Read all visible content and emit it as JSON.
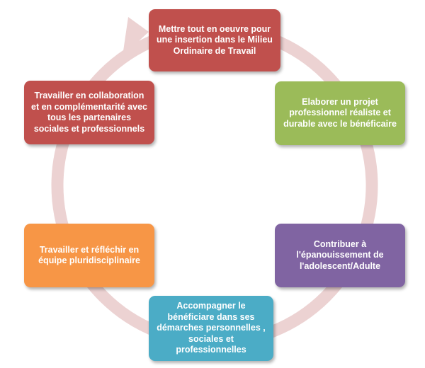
{
  "colors": {
    "ring": "#ecd2d2",
    "red": "#c0504d",
    "green": "#9bbb59",
    "purple": "#8064a2",
    "teal": "#4bacc6",
    "orange": "#f79646"
  },
  "boxes": {
    "top": "Mettre tout en oeuvre pour une insertion dans le Milieu Ordinaire de Travail",
    "right": "Elaborer un projet professionnel réaliste et durable avec le bénéficaire",
    "bottom_right": "Contribuer à l'épanouissement de l'adolescent/Adulte",
    "bottom": "Accompagner le bénéficiare dans ses démarches personnelles , sociales et professionnelles",
    "left": "Travailler et réfléchir en équipe pluridisciplinaire",
    "top_left": "Travailler en collaboration et en complémentarité avec tous les partenaires sociales et professionnels"
  }
}
